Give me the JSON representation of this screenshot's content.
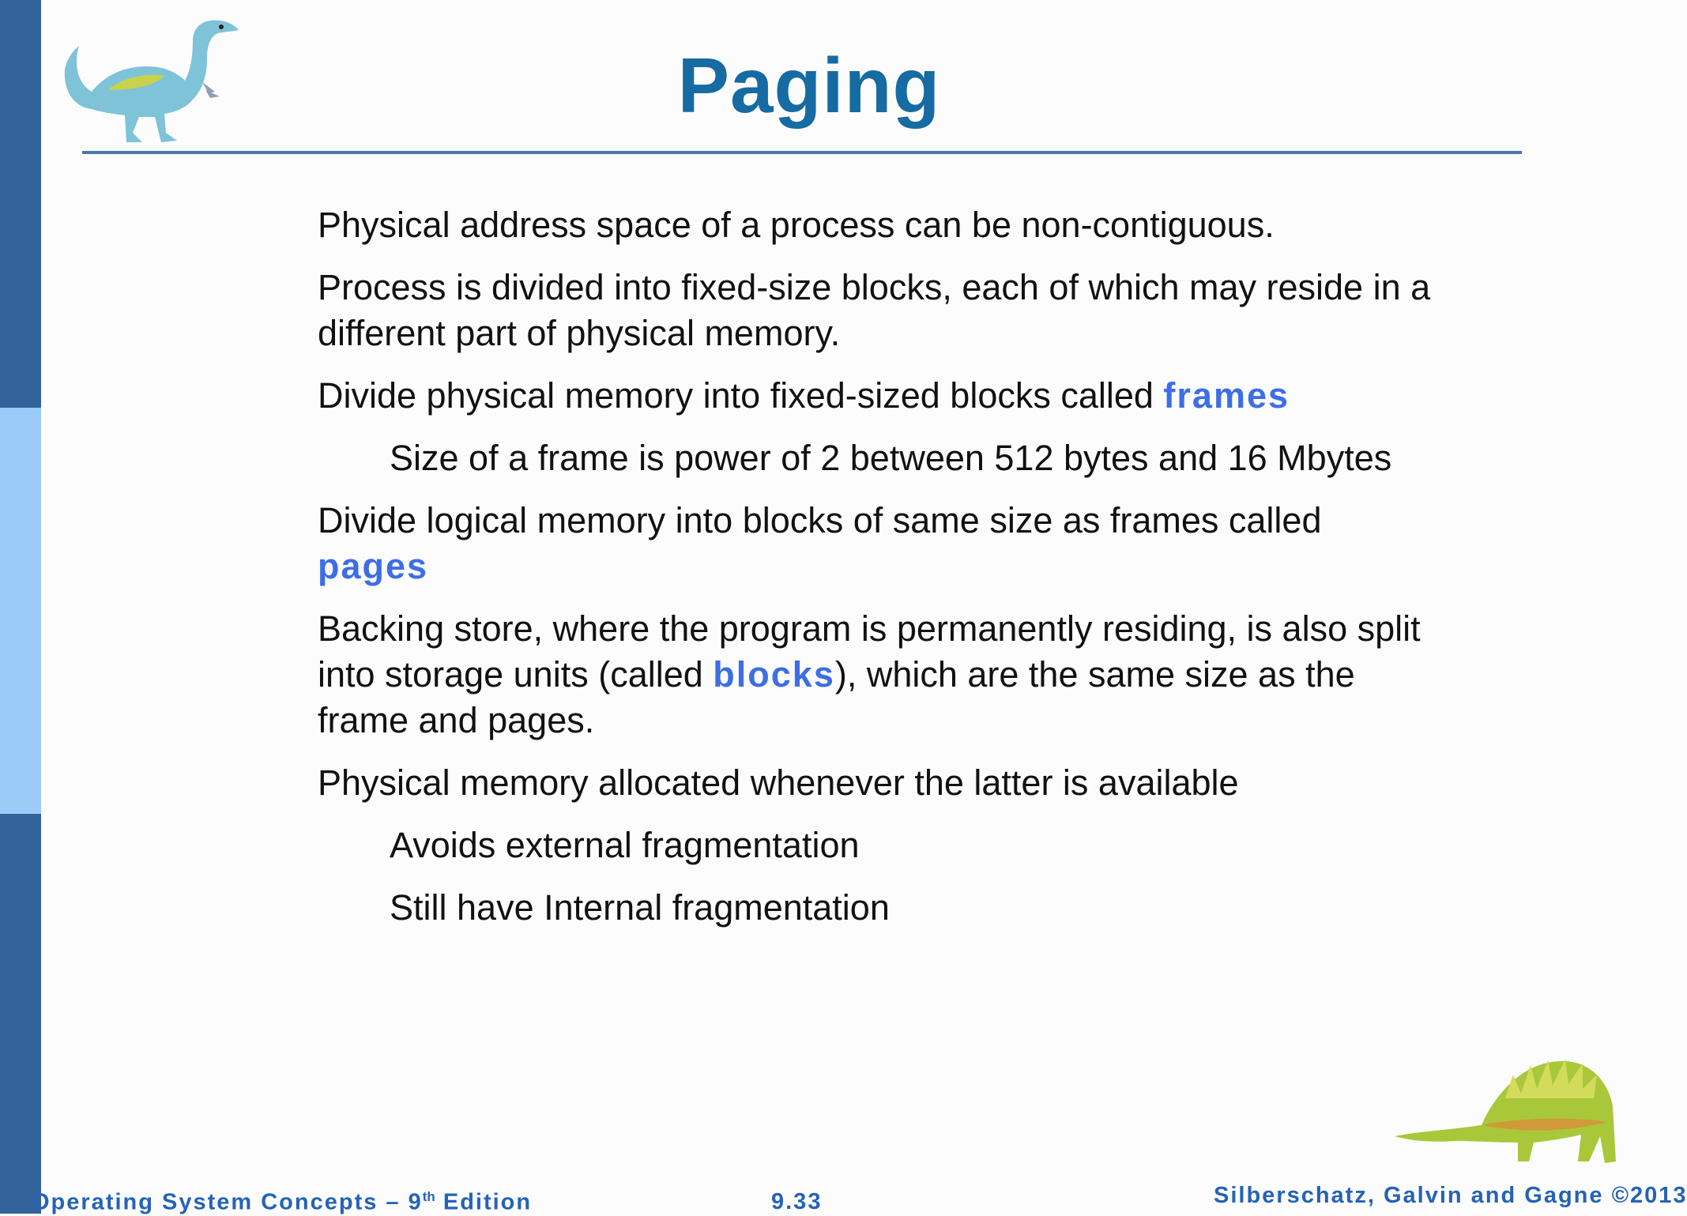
{
  "slide": {
    "title": "Paging"
  },
  "bullets": [
    {
      "level": 1,
      "parts": [
        {
          "text": "Physical  address space of a process can be non-contiguous."
        }
      ]
    },
    {
      "level": 1,
      "parts": [
        {
          "text": "Process is divided into fixed-size blocks, each of which may reside in a different part of physical memory."
        }
      ]
    },
    {
      "level": 1,
      "parts": [
        {
          "text": "Divide physical memory into fixed-sized blocks called "
        },
        {
          "text": "frames",
          "em": true
        }
      ]
    },
    {
      "level": 2,
      "parts": [
        {
          "text": "Size of  a frame  is power of 2  between 512 bytes and 16 Mbytes"
        }
      ]
    },
    {
      "level": 1,
      "parts": [
        {
          "text": "Divide logical memory into blocks of same size as frames called "
        },
        {
          "text": "pages",
          "em": true
        }
      ]
    },
    {
      "level": 1,
      "parts": [
        {
          "text": "Backing store, where the program is permanently residing, is also split  into storage units (called "
        },
        {
          "text": "blocks",
          "em": true
        },
        {
          "text": "), which are the same size as the frame and pages."
        }
      ]
    },
    {
      "level": 1,
      "parts": [
        {
          "text": "Physical memory allocated  whenever the latter is available"
        }
      ]
    },
    {
      "level": 2,
      "parts": [
        {
          "text": "Avoids external fragmentation"
        }
      ]
    },
    {
      "level": 2,
      "parts": [
        {
          "text": "Still have Internal fragmentation"
        }
      ]
    }
  ],
  "footer": {
    "book_prefix": "Operating System Concepts – 9",
    "book_sup": "th",
    "book_suffix": " Edition",
    "page_number": "9.33",
    "authors": "Silberschatz, Galvin and Gagne ©2013"
  },
  "icons": {
    "top_left": "dinosaur-standing-icon",
    "bottom_right": "dinosaur-stegosaurus-icon"
  },
  "colors": {
    "title": "#166ba2",
    "term_highlight": "#3c6ee6",
    "left_bar": "#33639a",
    "left_bar_highlight": "#9ccbfa",
    "footer_text": "#2563b5"
  }
}
